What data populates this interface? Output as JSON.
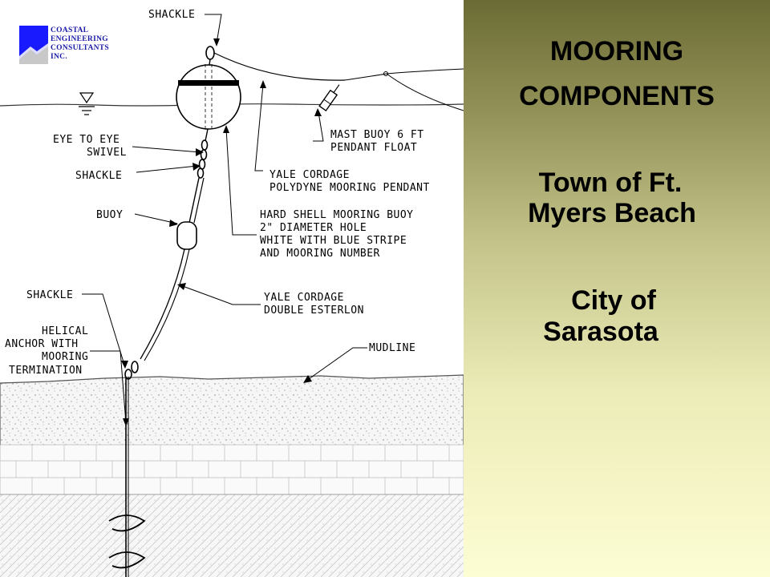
{
  "logo": {
    "lines": [
      "COASTAL",
      "ENGINEERING",
      "CONSULTANTS",
      "INC."
    ],
    "color": "#1a1aa8"
  },
  "diagram": {
    "labels": {
      "shackle_top": "SHACKLE",
      "eye_to_eye_1": "EYE TO EYE",
      "eye_to_eye_2": "SWIVEL",
      "shackle_mid": "SHACKLE",
      "buoy": "BUOY",
      "shackle_low": "SHACKLE",
      "helical_1": "HELICAL",
      "helical_2": "ANCHOR WITH",
      "helical_3": "MOORING",
      "helical_4": "TERMINATION",
      "mast_1": "MAST BUOY 6 FT",
      "mast_2": "PENDANT FLOAT",
      "yale_poly_1": "YALE CORDAGE",
      "yale_poly_2": "POLYDYNE MOORING PENDANT",
      "hard_shell_1": "HARD SHELL MOORING BUOY",
      "hard_shell_2": "2\" DIAMETER HOLE",
      "hard_shell_3": "WHITE WITH BLUE STRIPE",
      "hard_shell_4": "AND MOORING NUMBER",
      "yale_double_1": "YALE CORDAGE",
      "yale_double_2": "DOUBLE ESTERLON",
      "mudline": "MUDLINE"
    }
  },
  "panel": {
    "title_line1": "MOORING",
    "title_line2": "COMPONENTS",
    "town_line1": "Town of Ft.",
    "town_line2": "Myers Beach",
    "city_line1": "City of",
    "city_line2": "Sarasota"
  }
}
